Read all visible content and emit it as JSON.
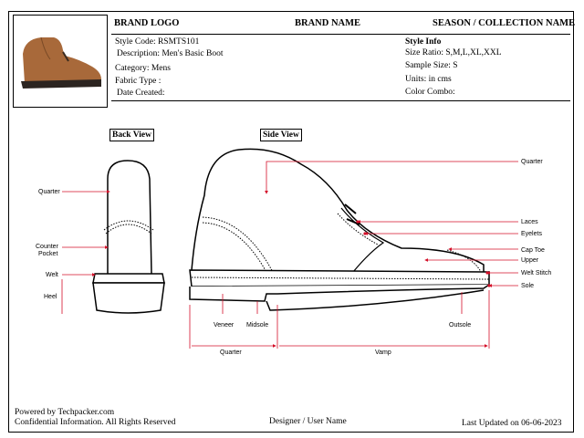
{
  "header": {
    "brand_logo": "BRAND LOGO",
    "brand_name": "BRAND NAME",
    "season": "SEASON / COLLECTION NAME"
  },
  "style_details": {
    "style_code": "Style Code: RSMTS101",
    "description": "Description:  Men's Basic Boot",
    "category": "Category: Mens",
    "fabric_type": "Fabric Type :",
    "date_created": "Date Created:"
  },
  "style_info": {
    "title": "Style Info",
    "size_ratio": "Size Ratio: S,M,L,XL,XXL",
    "sample_size": "Sample Size: S",
    "units": "Units: in cms",
    "color_combo": "Color Combo:"
  },
  "views": {
    "back_view": "Back View",
    "side_view": "Side View"
  },
  "back_labels": {
    "quarter": "Quarter",
    "counter_pocket_1": "Counter",
    "counter_pocket_2": "Pocket",
    "welt": "Welt",
    "heel": "Heel"
  },
  "side_labels": {
    "quarter_top": "Quarter",
    "laces": "Laces",
    "eyelets": "Eyelets",
    "cap_toe": "Cap Toe",
    "upper": "Upper",
    "welt_stitch": "Welt Stitch",
    "sole": "Sole",
    "veneer": "Veneer",
    "midsole": "Midsole",
    "outsole": "Outsole",
    "quarter_bottom": "Quarter",
    "vamp": "Vamp"
  },
  "footer": {
    "powered_by": "Powered by Techpacker.com",
    "confidential": "Confidential Information. All Rights Reserved",
    "designer": "Designer / User Name",
    "last_updated": "Last Updated on 06-06-2023"
  },
  "colors": {
    "callout": "#d4102a",
    "boot_brown": "#a8693a",
    "sole_dark": "#2b2420"
  }
}
